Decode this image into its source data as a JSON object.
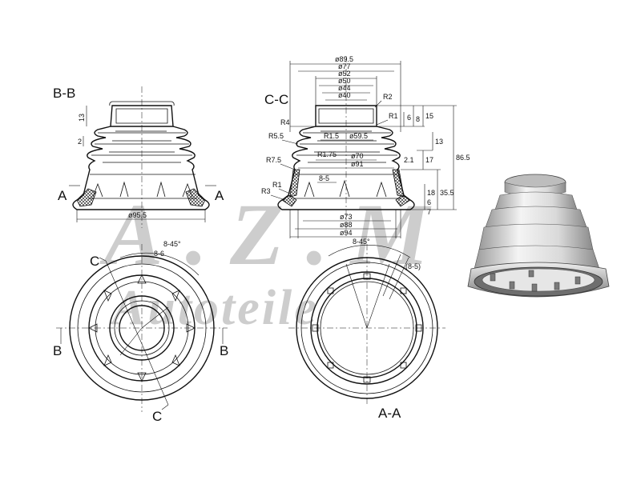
{
  "section_labels": {
    "bb_title": "B-B",
    "cc_title": "C-C",
    "aa_left": "A",
    "aa_right": "A",
    "aa_bottom": "A-A",
    "b_left": "B",
    "b_right": "B",
    "c_top": "C",
    "c_bottom": "C"
  },
  "bb_dims": {
    "d1": "13",
    "d2": "2",
    "dia": "ø95.5"
  },
  "cc_dims": {
    "d1": "ø89.5",
    "d2": "ø77",
    "d3": "ø52",
    "d4": "ø50",
    "d5": "ø44",
    "d6": "ø40",
    "r2": "R2",
    "r1a": "R1",
    "r4": "R4",
    "r55": "R5.5",
    "r15": "R1.5",
    "d595": "ø59.5",
    "r175": "R1.75",
    "d70": "ø70",
    "r75": "R7.5",
    "d91": "ø91",
    "r1b": "R1",
    "r3": "R3",
    "n85": "8-5",
    "d73": "ø73",
    "d88": "ø88",
    "d94": "ø94",
    "v6": "6",
    "v8": "8",
    "v15": "15",
    "v13": "13",
    "v17": "17",
    "v865": "86.5",
    "v21": "2.1",
    "v355": "35.5",
    "v18": "18",
    "v6b": "6",
    "v7": "7"
  },
  "front_left_dims": {
    "angle": "8-45°",
    "count": "8-6"
  },
  "front_right_dims": {
    "angle": "8-45°",
    "count": "(8-5)"
  },
  "watermark": {
    "logo": "A.Z.M",
    "brand": "Autoteile"
  }
}
